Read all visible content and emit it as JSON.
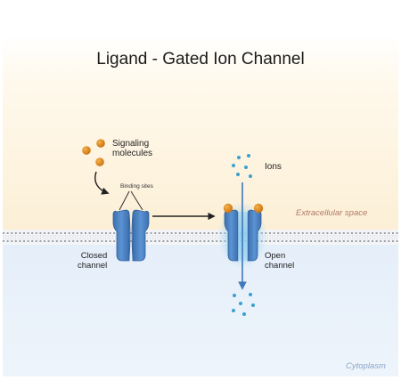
{
  "title": "Ligand - Gated Ion Channel",
  "labels": {
    "signaling_molecules": "Signaling\nmolecules",
    "binding_sites": "Binding sites",
    "ions": "Ions",
    "closed_channel": "Closed\nchannel",
    "open_channel": "Open\nchannel",
    "extracellular_space": "Extracellular space",
    "cytoplasm": "Cytoplasm"
  },
  "colors": {
    "extracellular_bg": "#fdf3de",
    "cytoplasm_bg": "#e9f2fb",
    "membrane_head": "#8a8f98",
    "channel_blue": "#4f86c6",
    "ligand_orange": "#e08a1e",
    "ion_blue": "#3aa0cf",
    "open_glow": "#6fc3f0",
    "extracellular_text": "#b07a6a",
    "cytoplasm_text": "#8aa6c8"
  }
}
